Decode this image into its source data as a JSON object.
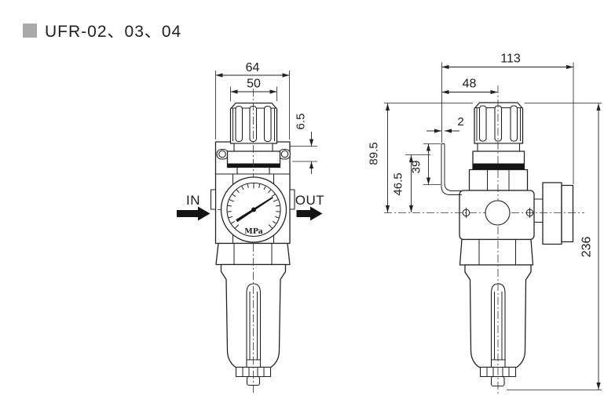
{
  "title": "UFR-02、03、04",
  "front_view": {
    "dims": {
      "overall_width": "64",
      "knob_width": "50",
      "collar_offset": "6.5"
    },
    "inlet_label": "IN",
    "outlet_label": "OUT",
    "gauge_unit": "MPa"
  },
  "side_view": {
    "dims": {
      "overall_width": "113",
      "knob_center_offset": "48",
      "bracket_thickness": "2",
      "upper_height": "89.5",
      "bracket_upper_height": "46.5",
      "bracket_height": "39",
      "overall_height": "236"
    }
  },
  "colors": {
    "line": "#222222",
    "title_marker": "#a9a9a9",
    "background": "#ffffff",
    "black_fill": "#141414"
  }
}
